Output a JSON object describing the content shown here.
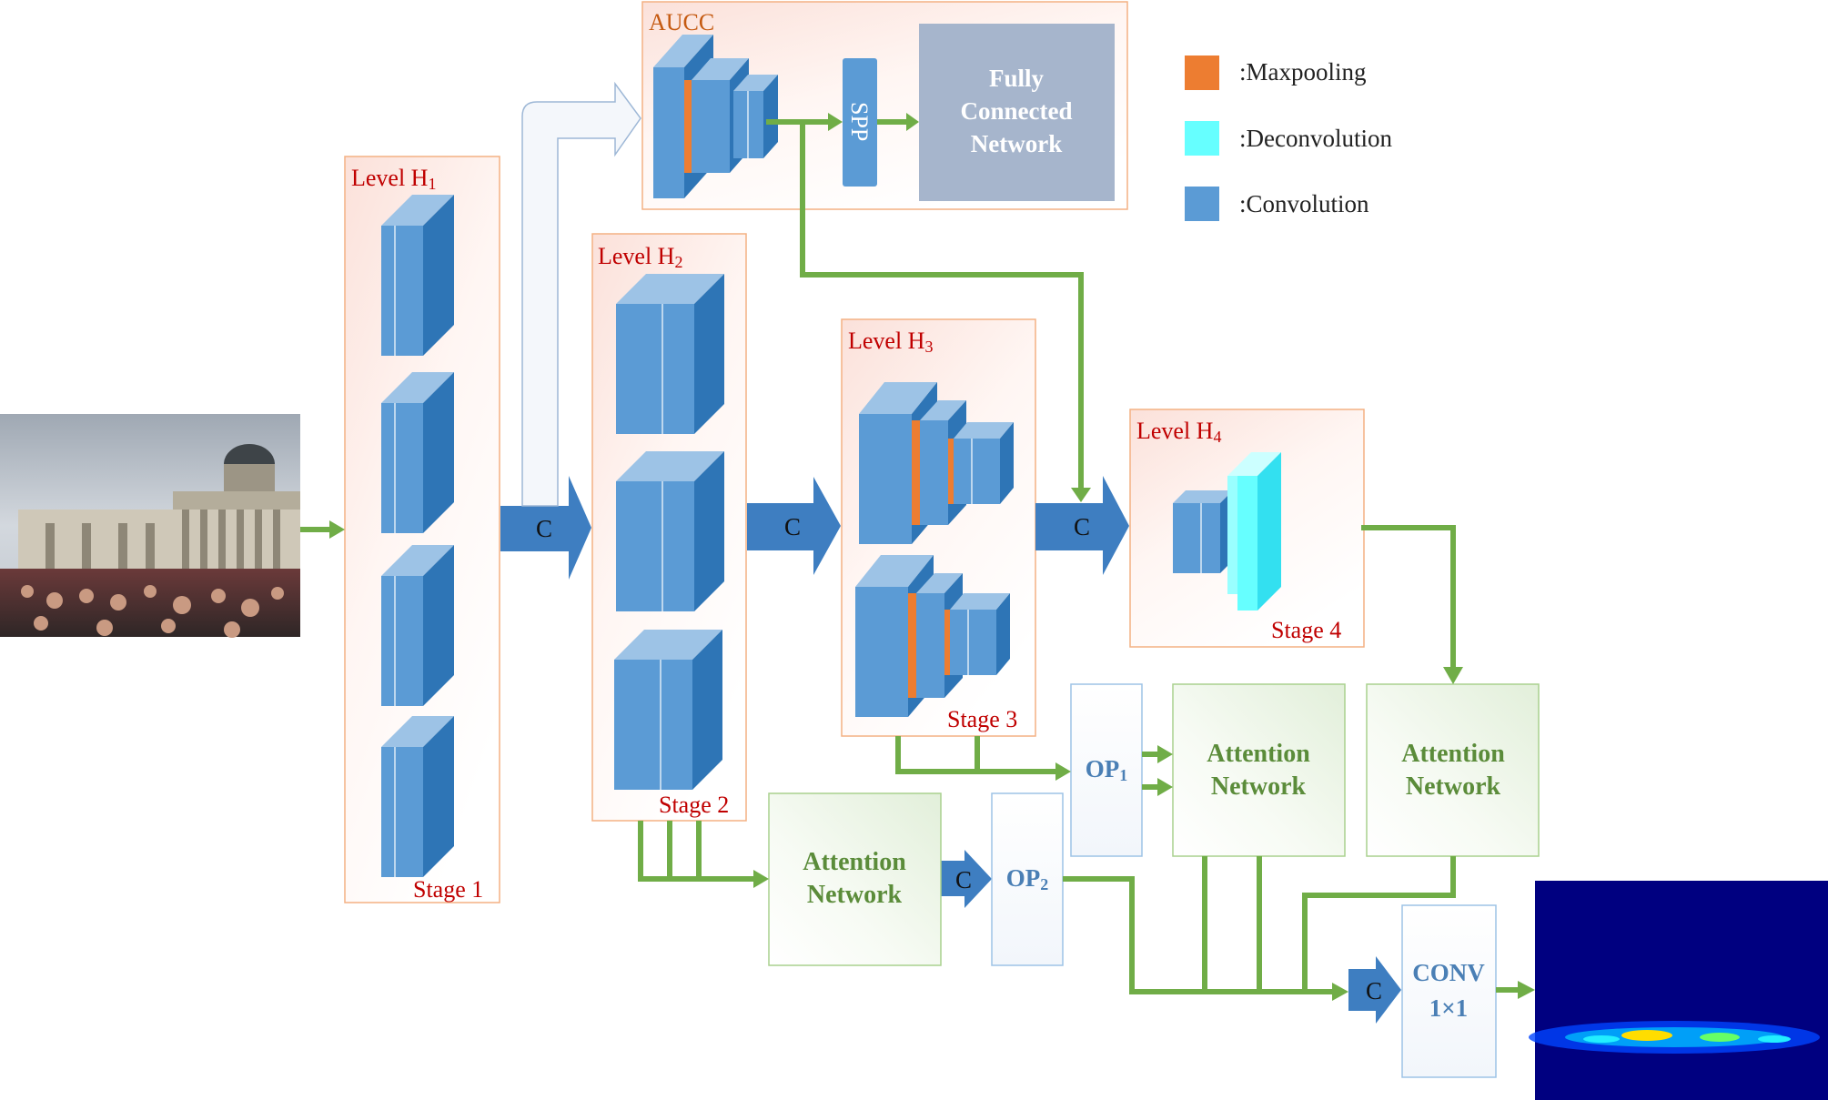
{
  "stages": {
    "aucc_label": "AUCC",
    "level_h1": {
      "main": "Level H",
      "sub": "1"
    },
    "level_h2": {
      "main": "Level H",
      "sub": "2"
    },
    "level_h3": {
      "main": "Level H",
      "sub": "3"
    },
    "level_h4": {
      "main": "Level H",
      "sub": "4"
    },
    "stage1": "Stage 1",
    "stage2": "Stage 2",
    "stage3": "Stage 3",
    "stage4": "Stage 4"
  },
  "blocks": {
    "spp": "SPP",
    "fc_line1": "Fully",
    "fc_line2": "Connected",
    "fc_line3": "Network",
    "attention_line1": "Attention",
    "attention_line2": "Network",
    "op1": {
      "main": "OP",
      "sub": "1"
    },
    "op2": {
      "main": "OP",
      "sub": "2"
    },
    "conv_line1": "CONV",
    "conv_line2": "1×1",
    "concat": "C"
  },
  "legend": {
    "maxpooling": ":Maxpooling",
    "deconvolution": ":Deconvolution",
    "convolution": ":Convolution"
  },
  "colors": {
    "conv": "#5B9BD5",
    "maxpool": "#ED7D31",
    "deconv": "#66FFFF",
    "flow_arrow": "#70AD47",
    "level_label": "#C00000",
    "aucc_label": "#C55A11",
    "attention_text": "#5B8C3A",
    "op_text": "#4A7FB5"
  }
}
